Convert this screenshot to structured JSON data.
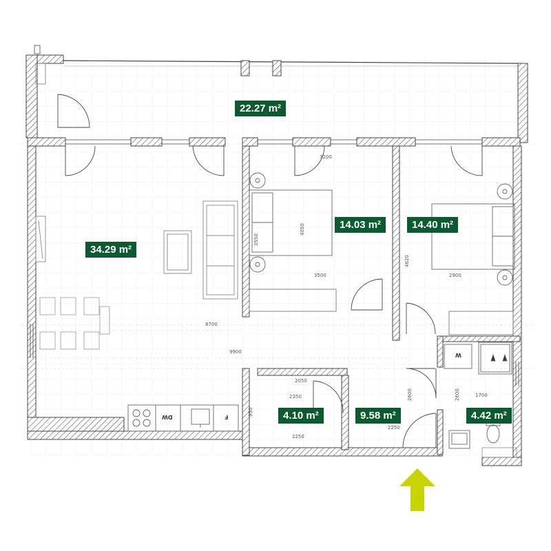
{
  "rooms": {
    "balcony": {
      "area": "22.27 m²"
    },
    "living": {
      "area": "34.29 m²"
    },
    "bedroom1": {
      "area": "14.03 m²"
    },
    "bedroom2": {
      "area": "14.40 m²"
    },
    "storage": {
      "area": "4.10 m²"
    },
    "hall": {
      "area": "9.58 m²"
    },
    "bathroom": {
      "area": "4.42 m²"
    }
  },
  "dimensions": {
    "d3200": "3200",
    "d4050": "4050",
    "d3550": "3550",
    "d3500": "3500",
    "d4620": "4620",
    "d2900": "2900",
    "d8700": "8700",
    "d9900": "9900",
    "d2050": "2050",
    "d2350": "2350",
    "d2250a": "2250",
    "d2250b": "2250",
    "d2600a": "2600",
    "d2600b": "2600",
    "d1700": "1700",
    "d950": "950"
  },
  "appliances": {
    "dishwasher": "DW",
    "fridge": "F",
    "washer": "W"
  },
  "colors": {
    "area_label": "#0c5a2f",
    "entrance_arrow": "#c8d400",
    "wall": "#444444"
  },
  "icons": [
    "entrance-arrow-icon",
    "door-swing-icon",
    "bed-icon",
    "sofa-icon",
    "stove-icon",
    "toilet-icon",
    "shower-icon"
  ]
}
